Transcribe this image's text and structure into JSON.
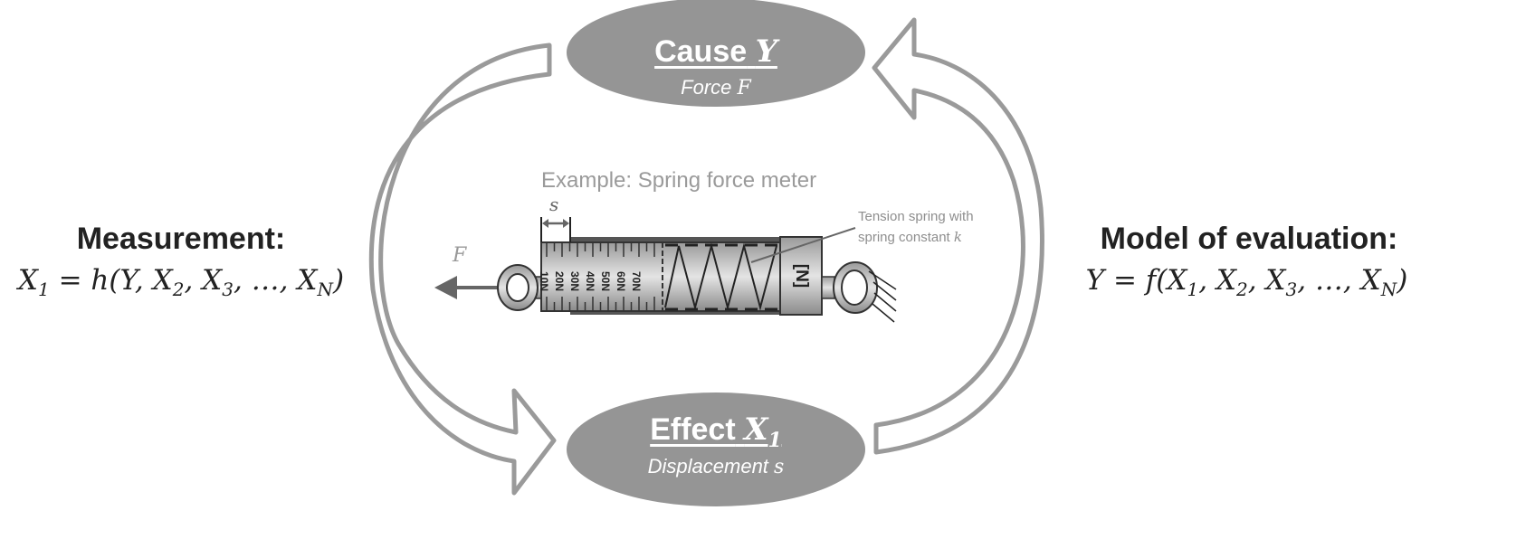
{
  "cause": {
    "title": "Cause",
    "var": "Y",
    "subtitle": "Force",
    "sub_var": "F"
  },
  "effect": {
    "title": "Effect",
    "var": "X",
    "var_sub": "1",
    "subtitle": "Displacement",
    "sub_var": "s"
  },
  "measurement": {
    "title": "Measurement:",
    "formula": [
      "X",
      "1",
      " = h(Y, X",
      "2",
      ", X",
      "3",
      ",  …, X",
      "N",
      ")"
    ]
  },
  "model": {
    "title": "Model of evaluation:",
    "formula": [
      "Y = f(X",
      "1",
      ", X",
      "2",
      ", X",
      "3",
      ", …, X",
      "N",
      ")"
    ]
  },
  "example": {
    "title": "Example: Spring force meter",
    "displacement_label": "s",
    "force_label": "F",
    "unit_label": "[N]",
    "scale_labels": [
      "10N",
      "20N",
      "30N",
      "40N",
      "50N",
      "60N",
      "70N"
    ],
    "spring_note_line1": "Tension spring with",
    "spring_note_line2": "spring constant",
    "spring_note_var": "k"
  },
  "colors": {
    "ellipse": "#959595",
    "arrow": "#9a9a9a",
    "text": "#222222"
  }
}
